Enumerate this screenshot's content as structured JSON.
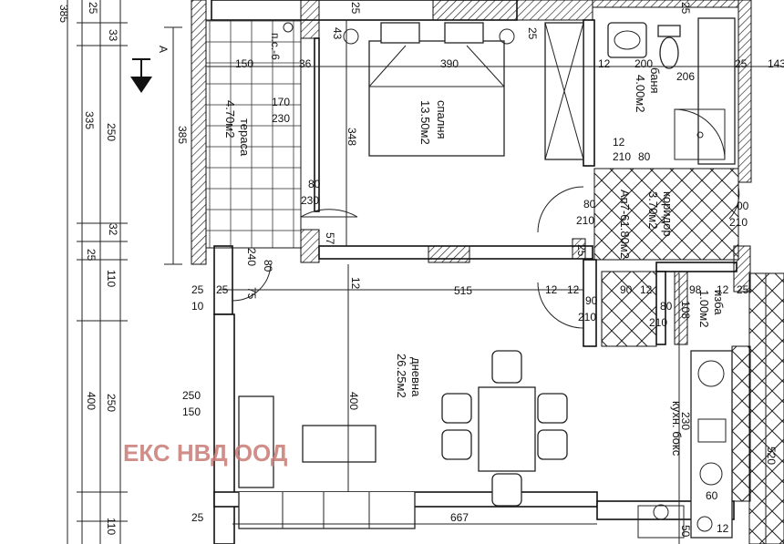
{
  "watermark": "ЕКС НВД ООД",
  "section_marker": "A",
  "rooms": {
    "terrace": {
      "name": "тераса",
      "area": "4.70м2"
    },
    "bedroom": {
      "name": "спалня",
      "area": "13.50м2"
    },
    "bathroom": {
      "name": "баня",
      "area": "4.00м2"
    },
    "corridor": {
      "name": "коридор",
      "area": "3.70м2"
    },
    "apartment": {
      "name": "Ап7-61.80м2"
    },
    "closet": {
      "name": "изба",
      "area": "1.00м2"
    },
    "living": {
      "name": "дневна",
      "area": "26.25м2"
    },
    "kitchen": {
      "name": "кухн. бокс"
    }
  },
  "dims": {
    "d385": "385",
    "d25a": "25",
    "d33": "33",
    "d335": "335",
    "d250a": "250",
    "d32": "32",
    "d25b": "25",
    "d110a": "110",
    "d400": "400",
    "d250b": "250",
    "d110b": "110",
    "d25c": "25",
    "d25d": "25",
    "d10": "10",
    "ps6": "п.с.-6",
    "d150a": "150",
    "d36": "36",
    "d390": "390",
    "d170": "170",
    "d230a": "230",
    "d385b": "385",
    "d348": "348",
    "d80a": "80",
    "d230b": "230",
    "d57": "57",
    "d240": "240",
    "d80b": "80",
    "d75": "75",
    "d12a": "12",
    "d515": "515",
    "d25e": "25",
    "d43": "43",
    "d25f": "25",
    "d25g": "25",
    "d200": "200",
    "d206": "206",
    "d12b": "12",
    "d25h": "25",
    "d143": "143",
    "d12c": "12",
    "d210a": "210",
    "d80c": "80",
    "d80d": "80",
    "d210b": "210",
    "d00": "00",
    "d210c": "210",
    "d25i": "25",
    "d12d": "12",
    "d12e": "12",
    "d90a": "90",
    "d210d": "210",
    "d90b": "90",
    "d12f": "12",
    "d80e": "80",
    "d210e": "210",
    "d98": "98",
    "d12g": "12",
    "d108": "108",
    "d25j": "25",
    "d250c": "250",
    "d150b": "150",
    "d400b": "400",
    "d230c": "230",
    "d520": "520",
    "d25k": "25",
    "d667": "667",
    "d60": "60",
    "d50": "50",
    "d12h": "12"
  }
}
